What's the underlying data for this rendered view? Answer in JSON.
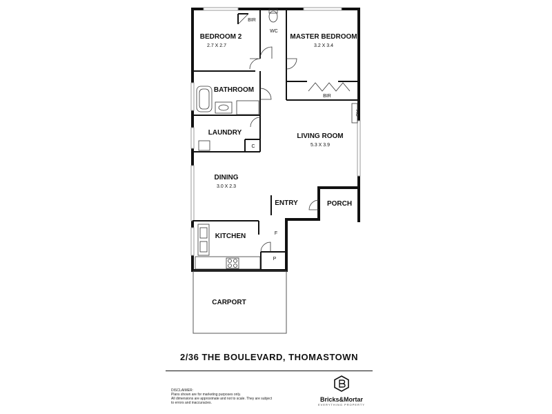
{
  "rooms": {
    "bedroom2": {
      "label": "BEDROOM 2",
      "dims": "2.7 X 2.7"
    },
    "bir_top": {
      "label": "BIR"
    },
    "wc": {
      "label": "WC"
    },
    "master": {
      "label": "MASTER BEDROOM",
      "dims": "3.2 X 3.4"
    },
    "bir_master": {
      "label": "BIR"
    },
    "bathroom": {
      "label": "BATHROOM"
    },
    "ac": {
      "label": "AC"
    },
    "laundry": {
      "label": "LAUNDRY"
    },
    "cupboard": {
      "label": "C"
    },
    "living": {
      "label": "LIVING ROOM",
      "dims": "5.3 X 3.9"
    },
    "dining": {
      "label": "DINING",
      "dims": "3.0 X 2.3"
    },
    "entry": {
      "label": "ENTRY"
    },
    "porch": {
      "label": "PORCH"
    },
    "kitchen": {
      "label": "KITCHEN"
    },
    "fridge": {
      "label": "F"
    },
    "pantry": {
      "label": "P"
    },
    "carport": {
      "label": "CARPORT"
    }
  },
  "address": "2/36 THE BOULEVARD, THOMASTOWN",
  "disclaimer": {
    "heading": "DISCLAIMER:",
    "lines": [
      "Plans shown are for marketing purposes only.",
      "All dimensions are approximate and not to scale. They are subject",
      "to errors and inaccuracies."
    ]
  },
  "logo": {
    "name": "Bricks&Mortar",
    "tagline": "EVERYTHING PROPERTY",
    "icon": "house-b-icon"
  }
}
